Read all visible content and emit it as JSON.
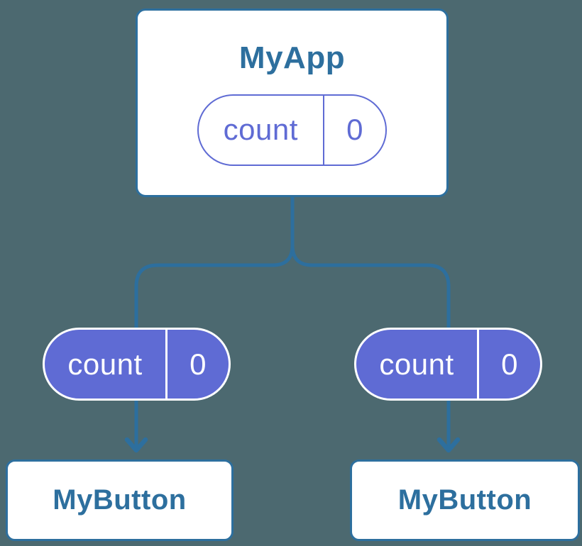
{
  "colors": {
    "background": "#4C6970",
    "node_fill": "#FFFFFF",
    "node_border": "#2D6F9E",
    "node_title": "#2D6F9E",
    "connector": "#2D6F9E",
    "indigo": "#5F6BD4",
    "pill_text_dark": "#5F6BD4",
    "pill_text_light": "#FFFFFF"
  },
  "root_node": {
    "title": "MyApp",
    "state_pill": {
      "label": "count",
      "value": "0"
    }
  },
  "child_nodes": [
    {
      "title": "MyButton",
      "prop_pill": {
        "label": "count",
        "value": "0"
      }
    },
    {
      "title": "MyButton",
      "prop_pill": {
        "label": "count",
        "value": "0"
      }
    }
  ]
}
